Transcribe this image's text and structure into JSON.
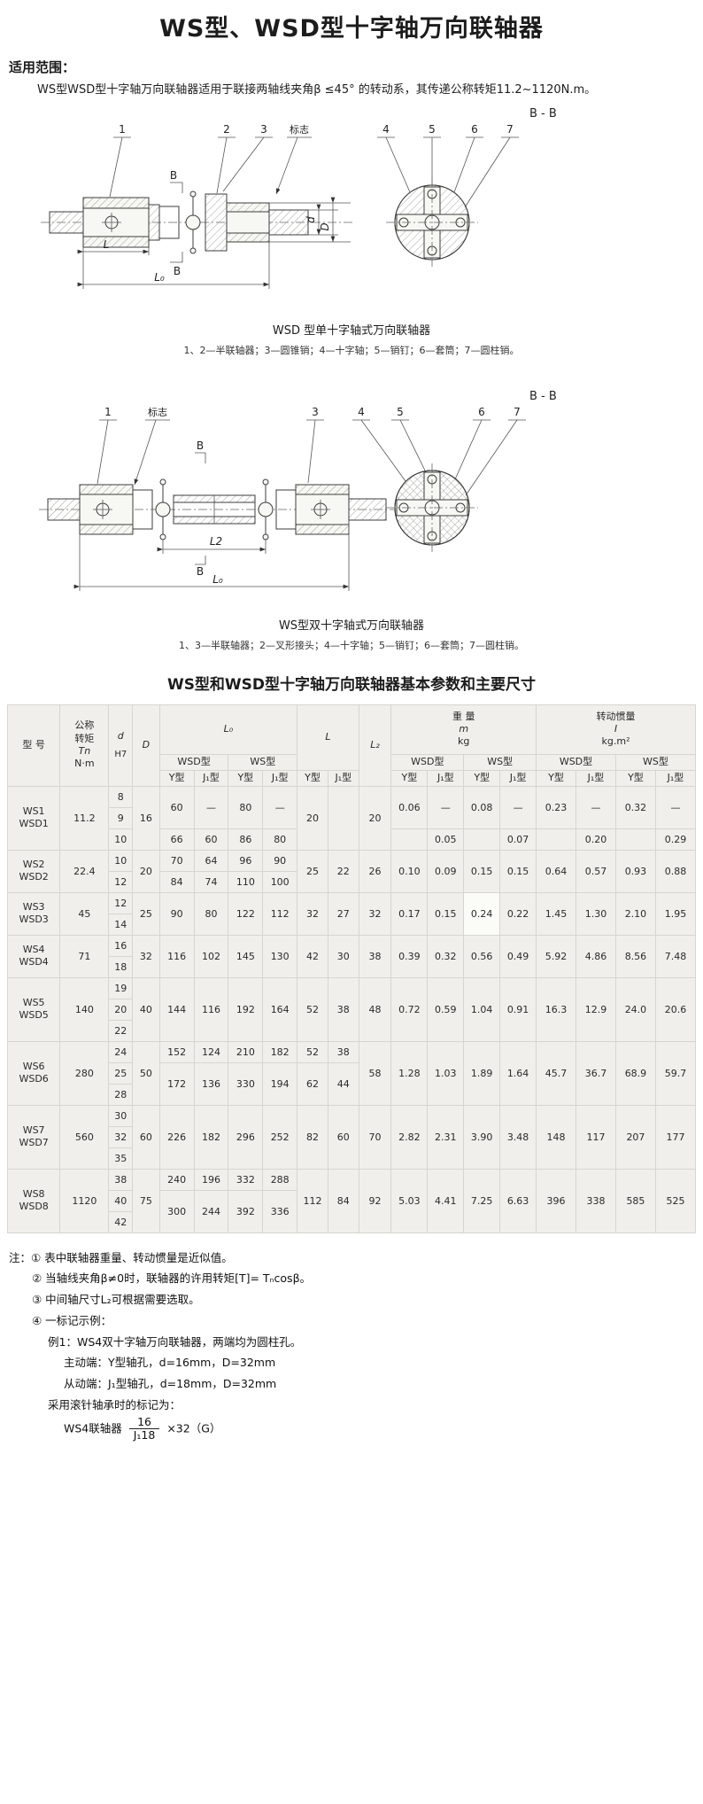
{
  "page": {
    "title": "WS型、WSD型十字轴万向联轴器",
    "scope_heading": "适用范围：",
    "scope_text": "WS型WSD型十字轴万向联轴器适用于联接两轴线夹角β ≤45° 的转动系，其传递公称转矩11.2~1120N.m。"
  },
  "diagram1": {
    "section_label": "B - B",
    "callouts_top": [
      "1",
      "2",
      "3",
      "标志"
    ],
    "callouts_section": [
      "4",
      "5",
      "6",
      "7"
    ],
    "dims": {
      "b_top": "B",
      "b_bottom": "B",
      "l": "L",
      "l0": "L₀",
      "d": "d",
      "bigd": "D"
    },
    "caption": "WSD 型单十字轴式万向联轴器",
    "parts": "1、2—半联轴器；3—圆锥销；4—十字轴；5—销钉；6—套筒；7—圆柱销。"
  },
  "diagram2": {
    "section_label": "B - B",
    "callouts_top": [
      "1",
      "标志",
      "3"
    ],
    "callouts_section": [
      "4",
      "5",
      "6",
      "7"
    ],
    "dims": {
      "b_top": "B",
      "b_bottom": "B",
      "l2": "L2",
      "l0": "L₀"
    },
    "caption": "WS型双十字轴式万向联轴器",
    "parts": "1、3—半联轴器；2—叉形接头；4—十字轴；5—销钉；6—套筒；7—圆柱销。"
  },
  "table": {
    "title": "WS型和WSD型十字轴万向联轴器基本参数和主要尺寸",
    "header": {
      "model": "型  号",
      "torque": [
        "公称",
        "转矩",
        "Tn",
        "N·m"
      ],
      "d": "d",
      "h7": "H7",
      "D": "D",
      "l0": "L₀",
      "l": "L",
      "l2": "L₂",
      "wsd": "WSD型",
      "ws": "WS型",
      "y": "Y型",
      "j1": "J₁型",
      "weight": [
        "重  量",
        "m",
        "kg"
      ],
      "inertia": [
        "转动惯量",
        "I",
        "kg.m²"
      ]
    },
    "groups": [
      {
        "m1": "WS1",
        "m2": "WSD1",
        "tn": "11.2",
        "D": "16",
        "d": [
          "8",
          "9",
          "10"
        ],
        "l0a": [
          "60",
          "—",
          "80",
          "—"
        ],
        "l0b": [
          "66",
          "60",
          "86",
          "80"
        ],
        "L": [
          "20",
          ""
        ],
        "L2": "20",
        "wa": [
          "0.06",
          "—",
          "0.08",
          "—"
        ],
        "wb": [
          "",
          "0.05",
          "",
          "0.07"
        ],
        "ia": [
          "0.23",
          "—",
          "0.32",
          "—"
        ],
        "ib": [
          "",
          "0.20",
          "",
          "0.29"
        ]
      },
      {
        "m1": "WS2",
        "m2": "WSD2",
        "tn": "22.4",
        "D": "20",
        "d": [
          "10",
          "12"
        ],
        "l0a": [
          "70",
          "64",
          "96",
          "90"
        ],
        "l0b": [
          "84",
          "74",
          "110",
          "100"
        ],
        "L": [
          "25",
          "22"
        ],
        "L2": "26",
        "w": [
          "0.10",
          "0.09",
          "0.15",
          "0.15"
        ],
        "i": [
          "0.64",
          "0.57",
          "0.93",
          "0.88"
        ]
      },
      {
        "m1": "WS3",
        "m2": "WSD3",
        "tn": "45",
        "D": "25",
        "d": [
          "12",
          "14"
        ],
        "l0": [
          "90",
          "80",
          "122",
          "112"
        ],
        "L": [
          "32",
          "27"
        ],
        "L2": "32",
        "w": [
          "0.17",
          "0.15",
          "0.24",
          "0.22"
        ],
        "i": [
          "1.45",
          "1.30",
          "2.10",
          "1.95"
        ]
      },
      {
        "m1": "WS4",
        "m2": "WSD4",
        "tn": "71",
        "D": "32",
        "d": [
          "16",
          "18"
        ],
        "l0": [
          "116",
          "102",
          "145",
          "130"
        ],
        "L": [
          "42",
          "30"
        ],
        "L2": "38",
        "w": [
          "0.39",
          "0.32",
          "0.56",
          "0.49"
        ],
        "i": [
          "5.92",
          "4.86",
          "8.56",
          "7.48"
        ]
      },
      {
        "m1": "WS5",
        "m2": "WSD5",
        "tn": "140",
        "D": "40",
        "d": [
          "19",
          "20",
          "22"
        ],
        "l0": [
          "144",
          "116",
          "192",
          "164"
        ],
        "L": [
          "52",
          "38"
        ],
        "L2": "48",
        "w": [
          "0.72",
          "0.59",
          "1.04",
          "0.91"
        ],
        "i": [
          "16.3",
          "12.9",
          "24.0",
          "20.6"
        ]
      },
      {
        "m1": "WS6",
        "m2": "WSD6",
        "tn": "280",
        "D": "50",
        "d": [
          "24",
          "25",
          "28"
        ],
        "l0a": [
          "152",
          "124",
          "210",
          "182"
        ],
        "l0b": [
          "172",
          "136",
          "330",
          "194"
        ],
        "La": [
          "52",
          "38"
        ],
        "Lb": [
          "62",
          "44"
        ],
        "L2": "58",
        "w": [
          "1.28",
          "1.03",
          "1.89",
          "1.64"
        ],
        "i": [
          "45.7",
          "36.7",
          "68.9",
          "59.7"
        ]
      },
      {
        "m1": "WS7",
        "m2": "WSD7",
        "tn": "560",
        "D": "60",
        "d": [
          "30",
          "32",
          "35"
        ],
        "l0": [
          "226",
          "182",
          "296",
          "252"
        ],
        "L": [
          "82",
          "60"
        ],
        "L2": "70",
        "w": [
          "2.82",
          "2.31",
          "3.90",
          "3.48"
        ],
        "i": [
          "148",
          "117",
          "207",
          "177"
        ]
      },
      {
        "m1": "WS8",
        "m2": "WSD8",
        "tn": "1120",
        "D": "75",
        "d": [
          "38",
          "40",
          "42"
        ],
        "l0a": [
          "240",
          "196",
          "332",
          "288"
        ],
        "l0b": [
          "300",
          "244",
          "392",
          "336"
        ],
        "L": [
          "112",
          "84"
        ],
        "L2": "92",
        "w": [
          "5.03",
          "4.41",
          "7.25",
          "6.63"
        ],
        "i": [
          "396",
          "338",
          "585",
          "525"
        ]
      }
    ]
  },
  "notes": {
    "label": "注：",
    "items": [
      "① 表中联轴器重量、转动惯量是近似值。",
      "② 当轴线夹角β≠0时，联轴器的许用转矩[T]= Tₙcosβ。",
      "③ 中间轴尺寸L₂可根据需要选取。",
      "④ 一标记示例："
    ],
    "example": [
      "例1：WS4双十字轴万向联轴器，两端均为圆柱孔。",
      "主动端：Y型轴孔，d=16mm，D=32mm",
      "从动端：J₁型轴孔，d=18mm，D=32mm",
      "采用滚针轴承时的标记为："
    ],
    "designation": {
      "prefix": "WS4联轴器",
      "num": "16",
      "den": "J₁18",
      "suffix": "×32（G）"
    }
  }
}
